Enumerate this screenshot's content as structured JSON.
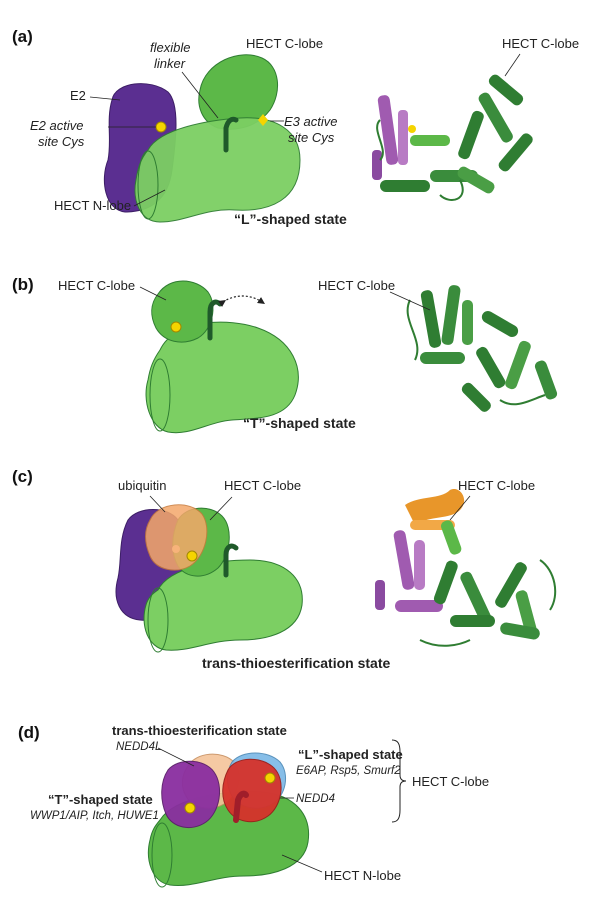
{
  "colors": {
    "green": "#5cb848",
    "green_dark": "#2f7d32",
    "green_light": "#7ccf63",
    "purple": "#5b2f91",
    "violet": "#a05bb0",
    "orange": "#f4a86a",
    "red": "#d6322b",
    "blue": "#7bb8e6",
    "yellow": "#f5d400"
  },
  "panel_a": {
    "letter": "(a)",
    "e2": "E2",
    "e2_cys_line1": "E2 active",
    "e2_cys_line2": "site Cys",
    "linker_line1": "flexible",
    "linker_line2": "linker",
    "clobe": "HECT C-lobe",
    "e3_cys_line1": "E3 active",
    "e3_cys_line2": "site Cys",
    "nlobe": "HECT N-lobe",
    "state": "“L”-shaped state",
    "struct_clobe": "HECT C-lobe"
  },
  "panel_b": {
    "letter": "(b)",
    "clobe": "HECT C-lobe",
    "state": "“T”-shaped state",
    "struct_clobe": "HECT C-lobe"
  },
  "panel_c": {
    "letter": "(c)",
    "ubiquitin": "ubiquitin",
    "clobe": "HECT C-lobe",
    "state": "trans-thioesterification state",
    "struct_clobe": "HECT C-lobe"
  },
  "panel_d": {
    "letter": "(d)",
    "trans_title": "trans-thioesterification state",
    "trans_example": "NEDD4L",
    "l_title": "“L”-shaped state",
    "l_examples": "E6AP, Rsp5, Smurf2",
    "nedd4": "NEDD4",
    "t_title": "“T”-shaped state",
    "t_examples": "WWP1/AIP, Itch, HUWE1",
    "clobe": "HECT C-lobe",
    "nlobe": "HECT N-lobe"
  }
}
